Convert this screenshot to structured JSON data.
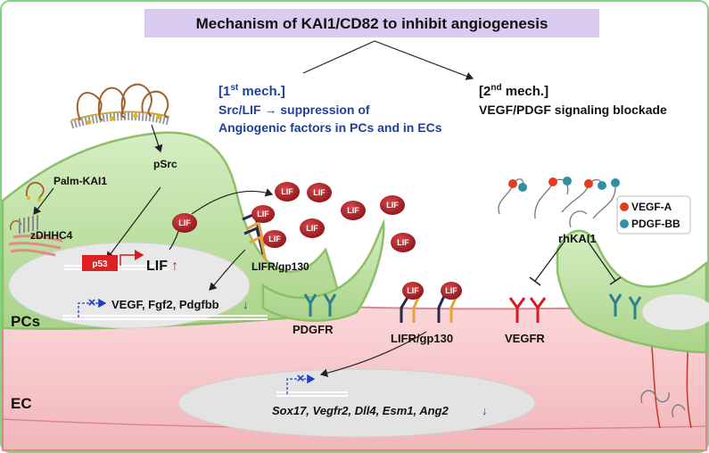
{
  "title": "Mechanism of KAI1/CD82 to inhibit angiogenesis",
  "mech1": {
    "heading_base": "[1",
    "heading_sup": "st",
    "heading_tail": " mech.]",
    "line1": "Src/LIF → suppression of",
    "line2": "Angiogenic factors in PCs and in ECs"
  },
  "mech2": {
    "heading_base": "[2",
    "heading_sup": "nd",
    "heading_tail": " mech.]",
    "line1": "VEGF/PDGF signaling blockade"
  },
  "labels": {
    "palm_kai1": "Palm-KAI1",
    "psrc": "pSrc",
    "zdhhc4": "zDHHC4",
    "p53": "p53",
    "lif": "LIF",
    "lif_arrow": "↑",
    "lifr_gp130_top": "LIFR/gp130",
    "pcs": "PCs",
    "pc_genes": "VEGF, Fgf2, Pdgfbb",
    "down_arrow": "↓",
    "pdgfr": "PDGFR",
    "lifr_gp130_bottom": "LIFR/gp130",
    "vegfr": "VEGFR",
    "ec": "EC",
    "ec_genes": "Sox17, Vegfr2, Dll4, Esm1, Ang2",
    "rhkai1": "rhKAI1",
    "vegf_a": "VEGF-A",
    "pdgf_bb": "PDGF-BB",
    "blocked_x": "×"
  },
  "colors": {
    "title_bg": "#d9ccf0",
    "mech1_text": "#1f3f9c",
    "pericyte_fill": "#bfe0a5",
    "pericyte_stroke": "#8dbf6a",
    "ec_fill": "#f7c9cc",
    "ec_stroke": "#d9898e",
    "nucleus": "#dedede",
    "lif_ball": "#b3262b",
    "p53_box": "#e02020",
    "vegfr": "#d41c24",
    "pdgfr": "#2b7f90",
    "vegf_dot": "#e63b1f",
    "pdgf_dot": "#2f8fa3",
    "blue_x": "#1f3fc4"
  }
}
